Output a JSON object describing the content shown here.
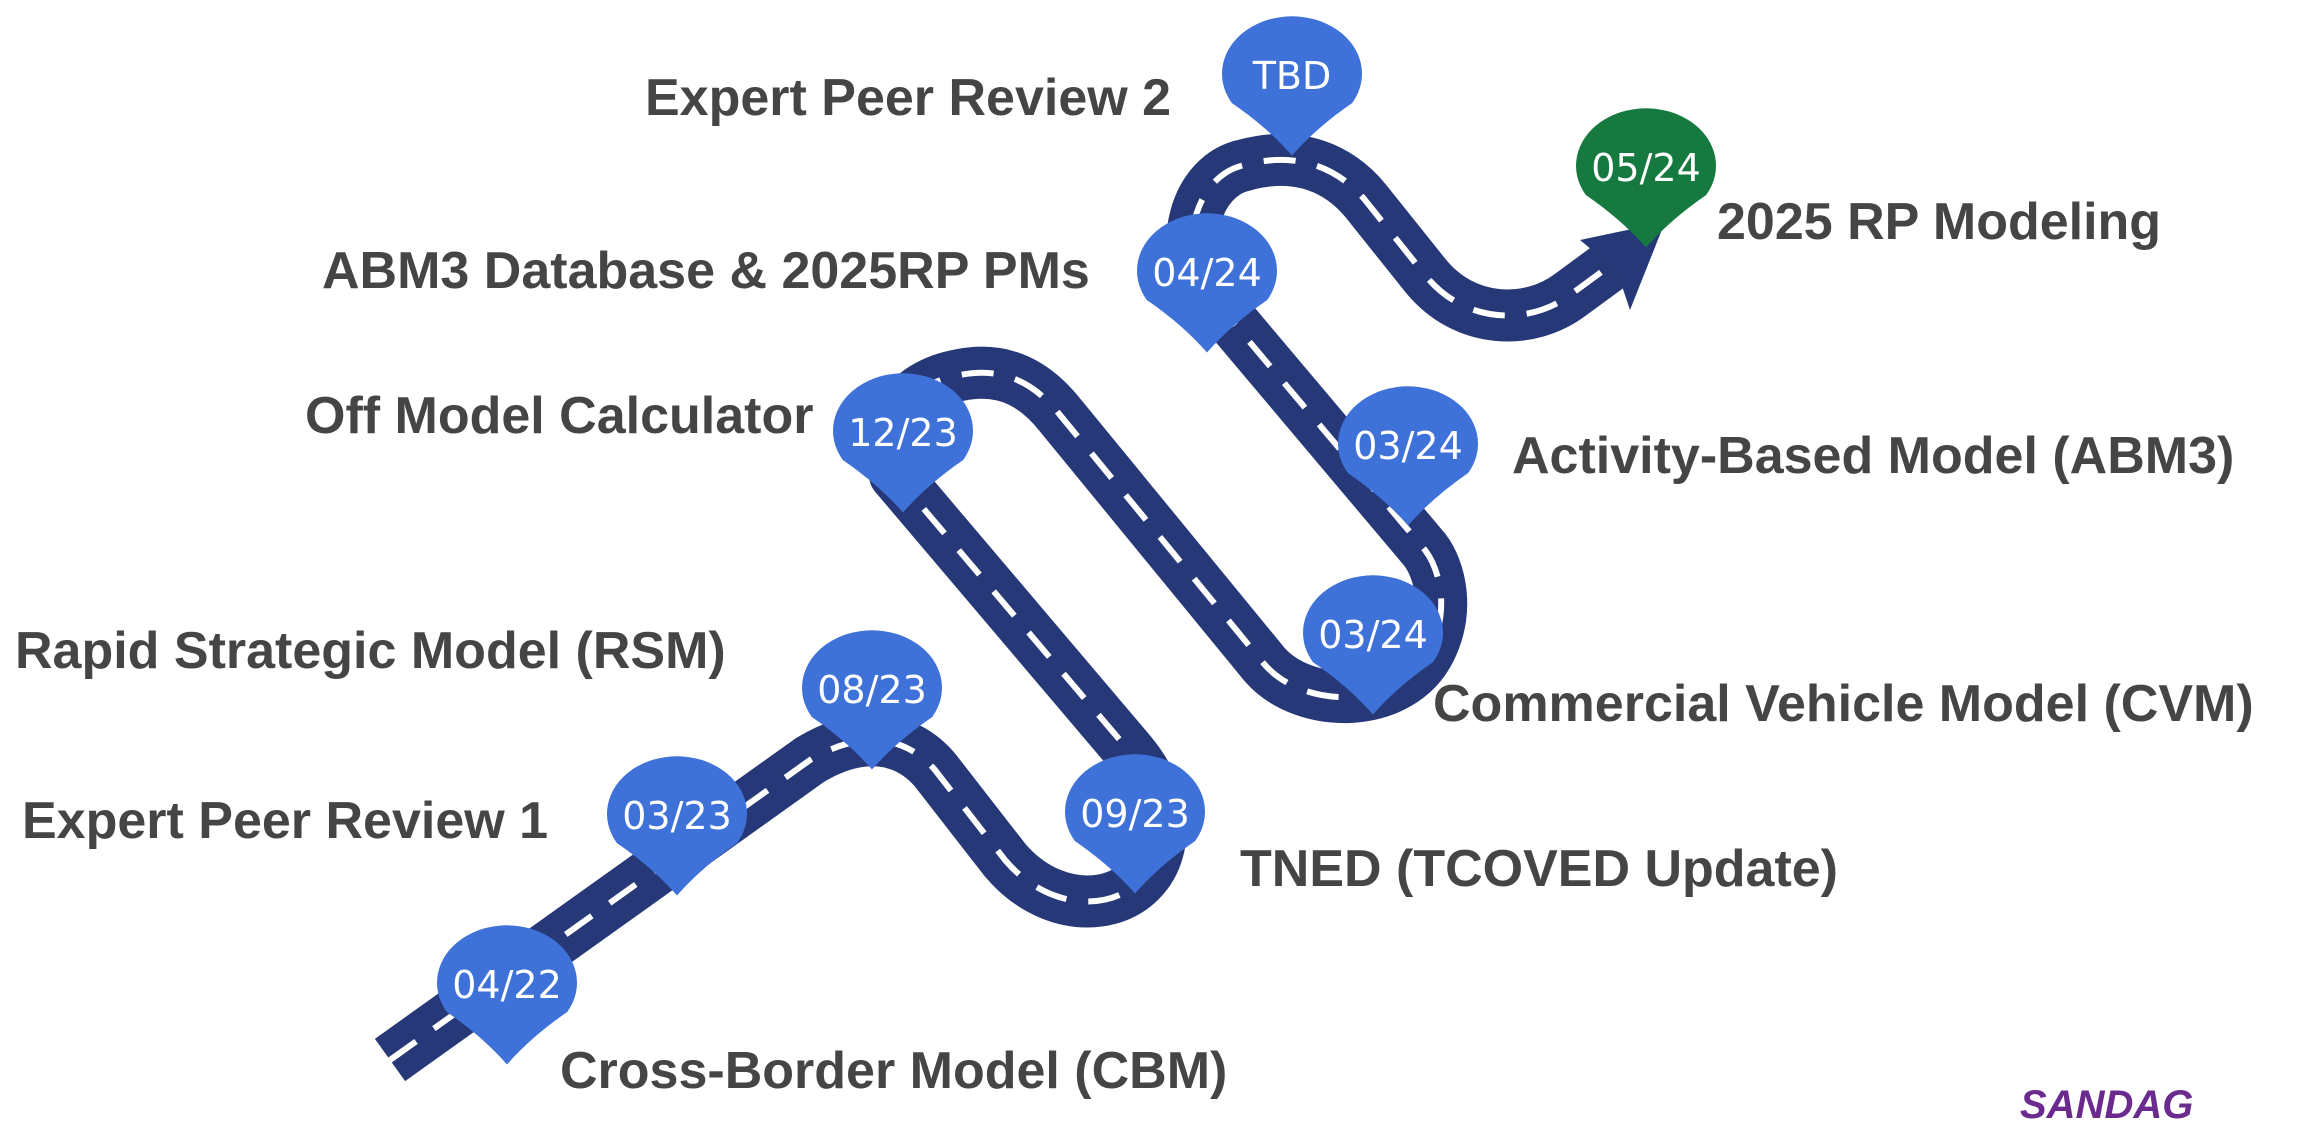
{
  "colors": {
    "road": "#263877",
    "road_dash": "#ffffff",
    "pin": "#3f72d8",
    "pin_final": "#167a40",
    "label": "#454545",
    "logo": "#6a2a8e"
  },
  "milestones": [
    {
      "date": "04/22",
      "label": "Cross-Border Model (CBM)"
    },
    {
      "date": "03/23",
      "label": "Expert Peer Review 1"
    },
    {
      "date": "08/23",
      "label": "Rapid Strategic Model (RSM)"
    },
    {
      "date": "09/23",
      "label": "TNED (TCOVED Update)"
    },
    {
      "date": "12/23",
      "label": "Off Model Calculator"
    },
    {
      "date": "03/24",
      "label": "Commercial Vehicle Model (CVM)"
    },
    {
      "date": "03/24",
      "label": "Activity-Based Model (ABM3)"
    },
    {
      "date": "04/24",
      "label": "ABM3 Database & 2025RP PMs"
    },
    {
      "date": "TBD",
      "label": "Expert Peer Review 2"
    },
    {
      "date": "05/24",
      "label": "2025 RP Modeling",
      "final": true
    }
  ],
  "logo": {
    "text": "SANDAG"
  },
  "icons": {
    "pin": "map-pin-icon",
    "arrow": "arrow-head-icon"
  }
}
